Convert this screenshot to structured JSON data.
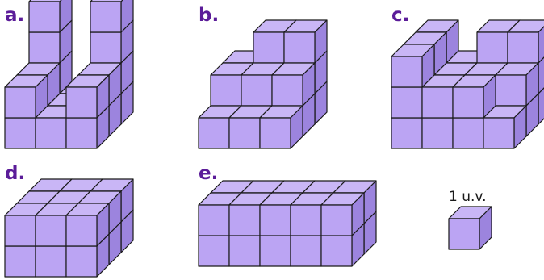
{
  "figures": [
    {
      "id": "a",
      "label": "a."
    },
    {
      "id": "b",
      "label": "b."
    },
    {
      "id": "c",
      "label": "c."
    },
    {
      "id": "d",
      "label": "d."
    },
    {
      "id": "e",
      "label": "e."
    }
  ],
  "unit_cube": {
    "label": "1 u.v."
  },
  "colors": {
    "label": "#5b1c99",
    "top": "#c9b6f6",
    "front": "#bba4f3",
    "side": "#9c84de",
    "stroke": "#1a1a1a"
  }
}
